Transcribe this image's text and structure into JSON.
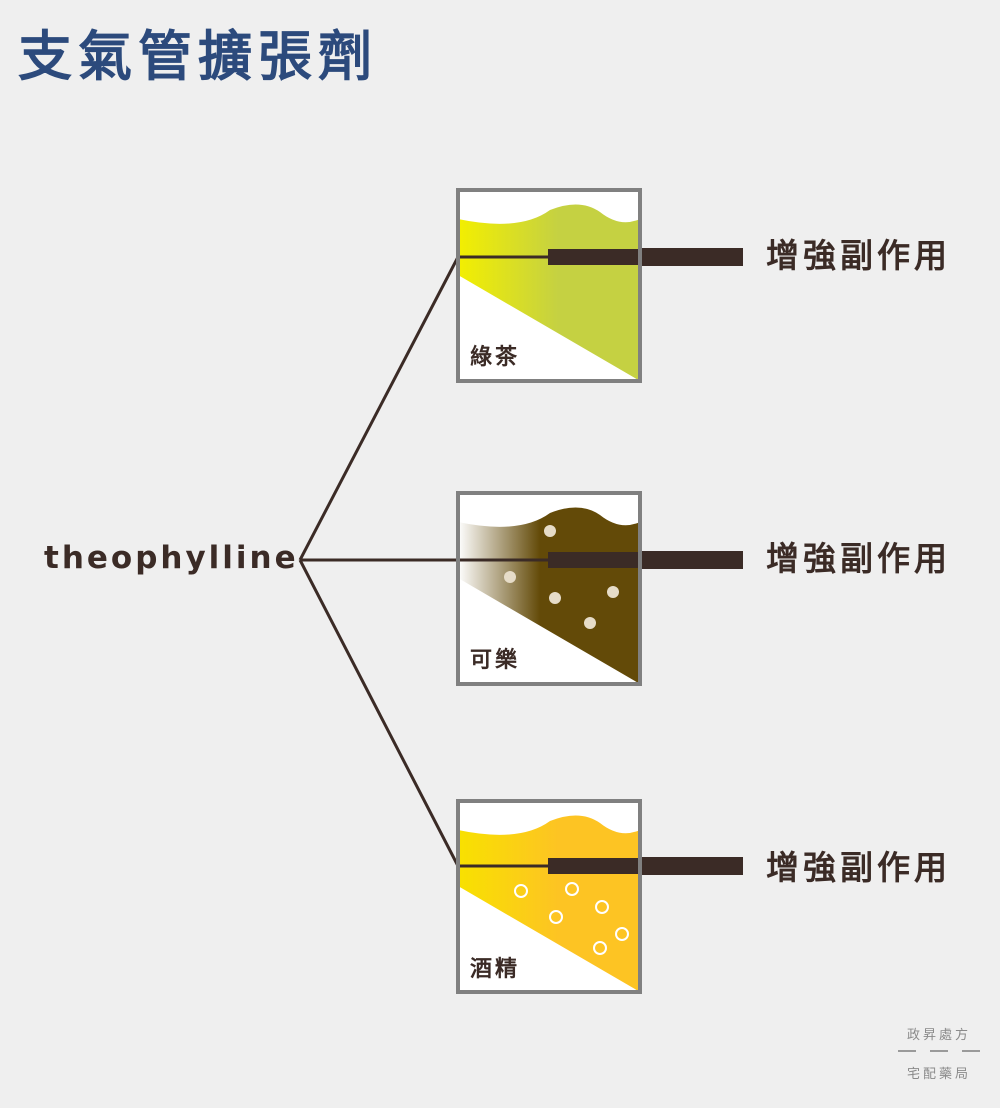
{
  "title": "支氣管擴張劑",
  "drug": "theophylline",
  "interactions": [
    {
      "name": "綠茶",
      "effect": "增強副作用",
      "color": "#c5d142"
    },
    {
      "name": "可樂",
      "effect": "增強副作用",
      "color": "#634a08"
    },
    {
      "name": "酒精",
      "effect": "增強副作用",
      "color": "#fdc423"
    }
  ],
  "brand": {
    "line1": "政昇處方",
    "line2": "宅配藥局"
  },
  "colors": {
    "title": "#2c4a7c",
    "text": "#3b2b26",
    "line": "#3b2b26",
    "box_border": "#808080",
    "background": "#efefef",
    "bubble": "#e6dcc8"
  }
}
